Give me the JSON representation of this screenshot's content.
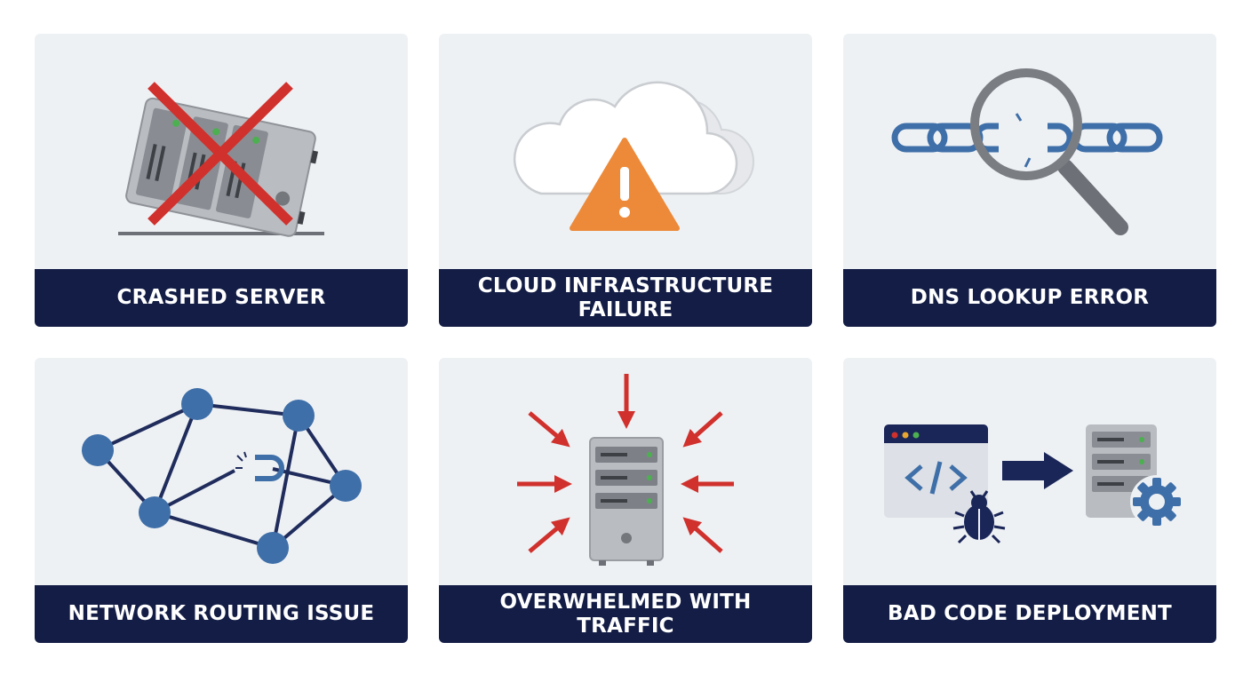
{
  "cards": [
    {
      "label": "CRASHED SERVER",
      "icon": "crashed-server-icon"
    },
    {
      "label": "CLOUD INFRASTRUCTURE FAILURE",
      "icon": "cloud-warning-icon"
    },
    {
      "label": "DNS LOOKUP ERROR",
      "icon": "broken-chain-magnifier-icon"
    },
    {
      "label": "NETWORK ROUTING ISSUE",
      "icon": "network-graph-icon"
    },
    {
      "label": "OVERWHELMED WITH TRAFFIC",
      "icon": "server-traffic-icon"
    },
    {
      "label": "BAD CODE DEPLOYMENT",
      "icon": "code-bug-deploy-icon"
    }
  ],
  "colors": {
    "card_bg": "#eef1f4",
    "label_bg": "#131d45",
    "red": "#d0312d",
    "blue": "#3f6fa8",
    "orange": "#ec8a3a",
    "gray": "#b8bcc1"
  }
}
